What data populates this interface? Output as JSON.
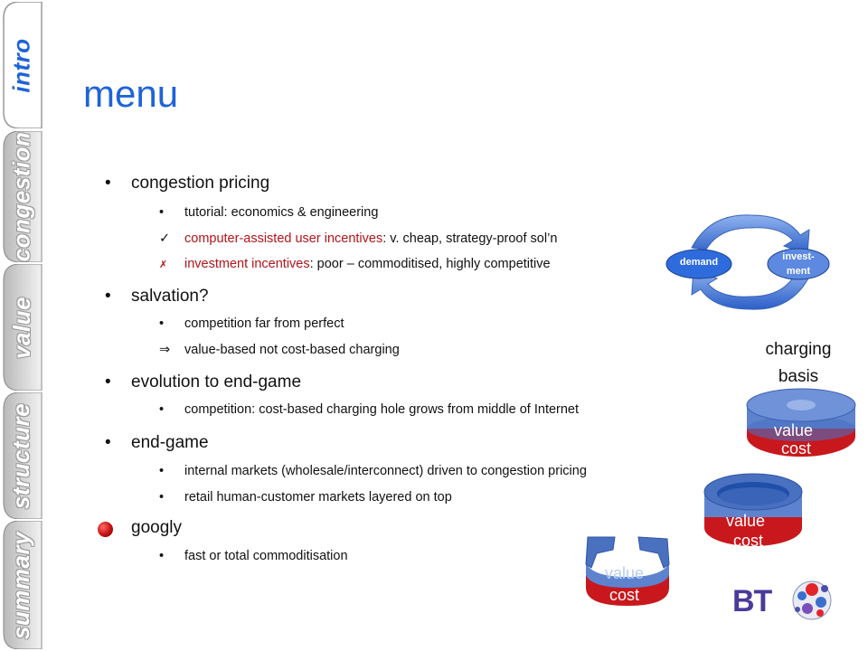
{
  "tabs": [
    {
      "label": "intro",
      "active": true
    },
    {
      "label": "congestion",
      "active": false
    },
    {
      "label": "value",
      "active": false
    },
    {
      "label": "structure",
      "active": false
    },
    {
      "label": "summary",
      "active": false
    }
  ],
  "title": "menu",
  "bullets": [
    {
      "text": "congestion pricing",
      "sub": [
        {
          "marker": "•",
          "plain": "tutorial: economics & engineering"
        },
        {
          "marker": "✓",
          "red": "computer-assisted user incentives",
          "plain": ": v. cheap, strategy-proof sol’n"
        },
        {
          "marker": "✗",
          "red": "investment incentives",
          "plain": ": poor – commoditised, highly competitive"
        }
      ]
    },
    {
      "text": "salvation?",
      "sub": [
        {
          "marker": "•",
          "plain": "competition far from perfect"
        },
        {
          "marker": "⇒",
          "plain": "value-based not cost-based charging"
        }
      ]
    },
    {
      "text": "evolution to end-game",
      "sub": [
        {
          "marker": "•",
          "plain": "competition: cost-based charging hole grows from middle of Internet"
        }
      ]
    },
    {
      "text": "end-game",
      "sub": [
        {
          "marker": "•",
          "plain": "internal markets (wholesale/interconnect) driven to congestion pricing"
        },
        {
          "marker": "•",
          "plain": "retail human-customer markets layered on top"
        }
      ]
    },
    {
      "text": "googly",
      "sub": [
        {
          "marker": "•",
          "plain": "fast or total commoditisation"
        }
      ]
    }
  ],
  "cycle": {
    "left": "demand",
    "right_top": "invest-",
    "right_bottom": "ment"
  },
  "charging_basis": {
    "line1": "charging",
    "line2": "basis"
  },
  "disks": [
    {
      "value": "value",
      "cost": "cost"
    },
    {
      "value": "value",
      "cost": "cost"
    },
    {
      "value": "value",
      "cost": "cost"
    }
  ],
  "logo": {
    "text": "BT"
  },
  "colors": {
    "accent": "#1e63d8",
    "red": "#b3141a"
  }
}
